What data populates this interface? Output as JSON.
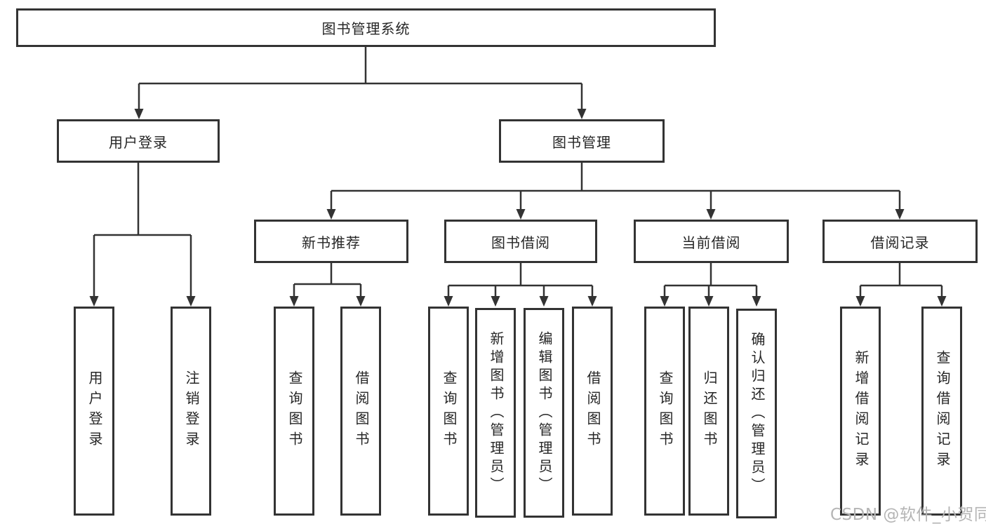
{
  "colors": {
    "background": "#ffffff",
    "line": "#333333",
    "box_border": "#333333",
    "text": "#262626",
    "watermark": "#b5b5b5"
  },
  "watermark": {
    "text": "CSDN @软件_小贺同学"
  },
  "tree": {
    "label": "图书管理系统",
    "children": [
      {
        "label": "用户登录",
        "children": [
          {
            "label": "用户登录"
          },
          {
            "label": "注销登录"
          }
        ]
      },
      {
        "label": "图书管理",
        "children": [
          {
            "label": "新书推荐",
            "children": [
              {
                "label": "查询图书"
              },
              {
                "label": "借阅图书"
              }
            ]
          },
          {
            "label": "图书借阅",
            "children": [
              {
                "label": "查询图书"
              },
              {
                "label": "新增图书（管理员）"
              },
              {
                "label": "编辑图书（管理员）"
              },
              {
                "label": "借阅图书"
              }
            ]
          },
          {
            "label": "当前借阅",
            "children": [
              {
                "label": "查询图书"
              },
              {
                "label": "归还图书"
              },
              {
                "label": "确认归还（管理员）"
              }
            ]
          },
          {
            "label": "借阅记录",
            "children": [
              {
                "label": "新增借阅记录"
              },
              {
                "label": "查询借阅记录"
              }
            ]
          }
        ]
      }
    ]
  }
}
